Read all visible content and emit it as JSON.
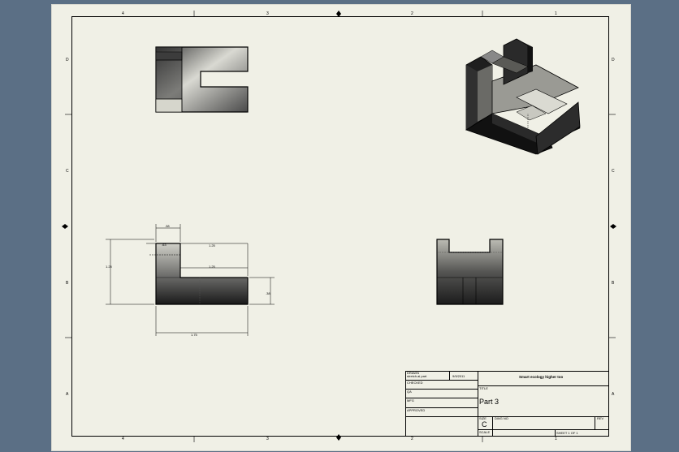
{
  "sheet": {
    "zones_top": [
      "4",
      "3",
      "2",
      "1"
    ],
    "zones_bottom": [
      "4",
      "3",
      "2",
      "1"
    ],
    "zones_left": [
      "D",
      "C",
      "B",
      "A"
    ],
    "zones_right": [
      "D",
      "C",
      "B",
      "A"
    ]
  },
  "dimensions": {
    "top_width": ".38",
    "slot_depth": ".63",
    "slot_width": "1.25",
    "step_width": "1.25",
    "overall_height": "1.25",
    "step_height": ".38",
    "overall_width": "1.75"
  },
  "title_block": {
    "drawn_label": "DRAWN",
    "drawn_by": "stretch.ai part",
    "drawn_date": "9/9/2011",
    "checked_label": "CHECKED",
    "qa_label": "QA",
    "mfg_label": "MFG",
    "approved_label": "APPROVED",
    "company": "Smart ecology higher too",
    "title_label": "TITLE",
    "part_name": "Part 3",
    "size_label": "SIZE",
    "size_value": "C",
    "dwg_no_label": "DWG NO",
    "rev_label": "REV",
    "scale_label": "SCALE",
    "sheet_text": "SHEET 1 OF 1"
  }
}
